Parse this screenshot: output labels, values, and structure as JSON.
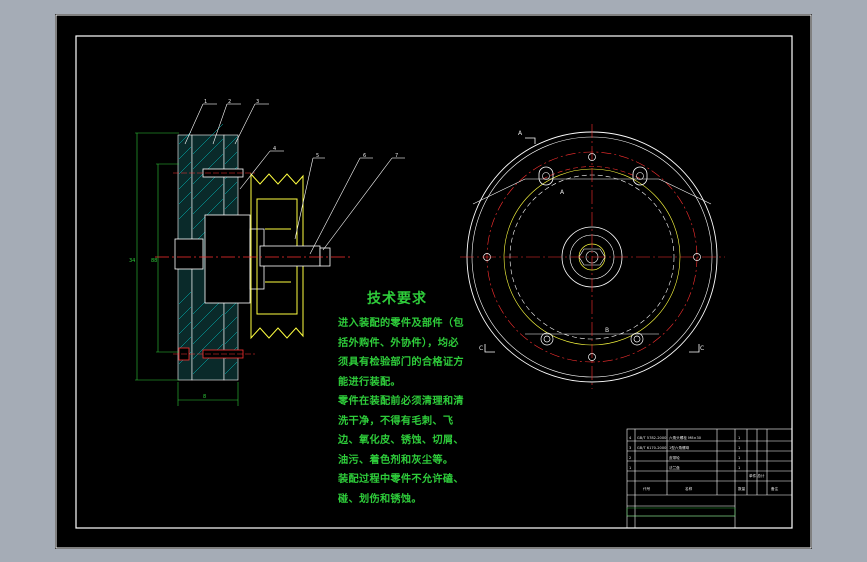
{
  "drawing": {
    "title": "技术要求",
    "requirements": [
      "进入装配的零件及部件（包括外购件、外协件），均必须具有检验部门的合格证方能进行装配。",
      "零件在装配前必须清理和清洗干净，不得有毛刺、飞边、氧化皮、锈蚀、切屑、油污、着色剂和灰尘等。",
      "装配过程中零件不允许磕、碰、划伤和锈蚀。"
    ],
    "balloons": [
      "1",
      "2",
      "3",
      "4",
      "5",
      "6",
      "7"
    ],
    "section_marks": [
      "A",
      "A",
      "C",
      "C",
      "B"
    ],
    "dims": {
      "height_label": "34",
      "inner_label": "88",
      "width_label": "8"
    }
  },
  "title_block": {
    "bom_rows": [
      {
        "no": "4",
        "code": "GB/T 5782-2000",
        "name": "六角头螺栓 M8×30",
        "qty": "1"
      },
      {
        "no": "3",
        "code": "GB/T 6170-2000",
        "name": "1型六角螺母",
        "qty": "1"
      },
      {
        "no": "2",
        "code": "",
        "name": "皮带轮",
        "qty": "1"
      },
      {
        "no": "1",
        "code": "",
        "name": "法兰盘",
        "qty": "1"
      }
    ],
    "header": {
      "code": "代号",
      "name": "名称",
      "qty": "数量",
      "material": "材料",
      "weight": "单件 总计",
      "note": "备注"
    }
  },
  "colors": {
    "frame": "#ffffff",
    "outline": "#ffffff",
    "center": "#ff3030",
    "hatch": "#00d4d4",
    "pulley": "#ffff40",
    "notes": "#2ecc3a",
    "dim": "#2ecc3a",
    "hidden": "#ffff40"
  }
}
